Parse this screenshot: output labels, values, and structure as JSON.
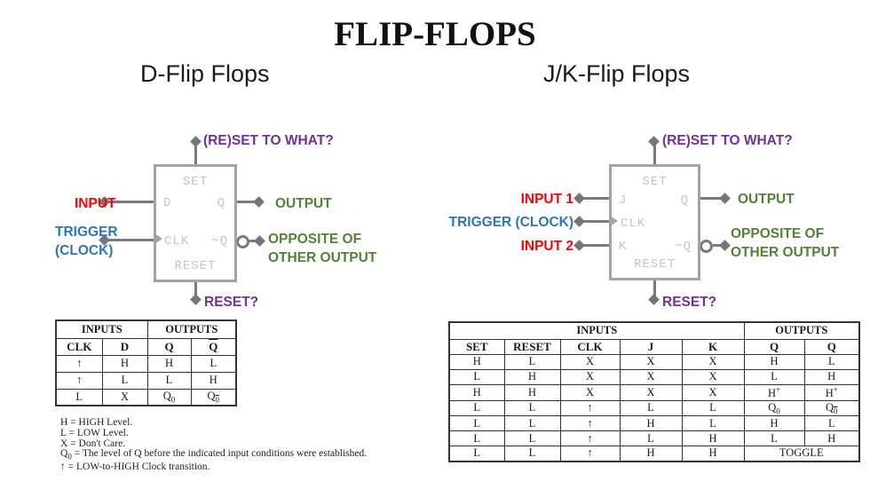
{
  "title": "FLIP-FLOPS",
  "colors": {
    "input_red": "#FF0000",
    "trigger_blue": "#2E75B6",
    "reset_purple": "#7030A0",
    "output_green": "#538135",
    "wire_gray": "#7A7A7A",
    "chip_label_gray": "#C4C4C4"
  },
  "d_section": {
    "subtitle": "D-Flip Flops",
    "diagram": {
      "set_label": "(RE)SET TO WHAT?",
      "input_label": "INPUT",
      "trigger_label": "TRIGGER\n(CLOCK)",
      "output_label": "OUTPUT",
      "opposite_label": "OPPOSITE OF\nOTHER OUTPUT",
      "reset_label": "RESET?",
      "chip": {
        "set": "SET",
        "d": "D",
        "clk": "CLK",
        "q": "Q",
        "nq": "~Q",
        "reset": "RESET"
      }
    },
    "truth_table": {
      "groups": [
        {
          "label": "INPUTS",
          "span": 2
        },
        {
          "label": "OUTPUTS",
          "span": 2
        }
      ],
      "columns": [
        {
          "t": "CLK"
        },
        {
          "t": "D"
        },
        {
          "t": "Q"
        },
        {
          "t": "Q",
          "ol": true
        }
      ],
      "rows": [
        [
          {
            "t": "↑"
          },
          {
            "t": "H"
          },
          {
            "t": "H"
          },
          {
            "t": "L"
          }
        ],
        [
          {
            "t": "↑"
          },
          {
            "t": "L"
          },
          {
            "t": "L"
          },
          {
            "t": "H"
          }
        ],
        [
          {
            "t": "L"
          },
          {
            "t": "X"
          },
          {
            "t": "Q",
            "sub": "0"
          },
          {
            "t": "Q",
            "sub": "0",
            "ol": true
          }
        ]
      ]
    }
  },
  "jk_section": {
    "subtitle": "J/K-Flip Flops",
    "diagram": {
      "set_label": "(RE)SET TO WHAT?",
      "input1_label": "INPUT 1",
      "trigger_label": "TRIGGER (CLOCK)",
      "input2_label": "INPUT 2",
      "output_label": "OUTPUT",
      "opposite_label": "OPPOSITE OF\nOTHER OUTPUT",
      "reset_label": "RESET?",
      "chip": {
        "set": "SET",
        "j": "J",
        "clk": "CLK",
        "k": "K",
        "q": "Q",
        "nq": "~Q",
        "reset": "RESET"
      }
    },
    "truth_table": {
      "groups": [
        {
          "label": "INPUTS",
          "span": 5
        },
        {
          "label": "OUTPUTS",
          "span": 2
        }
      ],
      "columns": [
        {
          "t": "SET"
        },
        {
          "t": "RESET"
        },
        {
          "t": "CLK"
        },
        {
          "t": "J"
        },
        {
          "t": "K"
        },
        {
          "t": "Q"
        },
        {
          "t": "Q",
          "ol": true
        }
      ],
      "rows": [
        [
          {
            "t": "H"
          },
          {
            "t": "L"
          },
          {
            "t": "X"
          },
          {
            "t": "X"
          },
          {
            "t": "X"
          },
          {
            "t": "H"
          },
          {
            "t": "L"
          }
        ],
        [
          {
            "t": "L"
          },
          {
            "t": "H"
          },
          {
            "t": "X"
          },
          {
            "t": "X"
          },
          {
            "t": "X"
          },
          {
            "t": "L"
          },
          {
            "t": "H"
          }
        ],
        [
          {
            "t": "H"
          },
          {
            "t": "H"
          },
          {
            "t": "X"
          },
          {
            "t": "X"
          },
          {
            "t": "X"
          },
          {
            "t": "H",
            "sup": "+"
          },
          {
            "t": "H",
            "sup": "+"
          }
        ],
        [
          {
            "t": "L"
          },
          {
            "t": "L"
          },
          {
            "t": "↑"
          },
          {
            "t": "L"
          },
          {
            "t": "L"
          },
          {
            "t": "Q",
            "sub": "0"
          },
          {
            "t": "Q",
            "sub": "0",
            "ol": true
          }
        ],
        [
          {
            "t": "L"
          },
          {
            "t": "L"
          },
          {
            "t": "↑"
          },
          {
            "t": "H"
          },
          {
            "t": "L"
          },
          {
            "t": "H"
          },
          {
            "t": "L"
          }
        ],
        [
          {
            "t": "L"
          },
          {
            "t": "L"
          },
          {
            "t": "↑"
          },
          {
            "t": "L"
          },
          {
            "t": "H"
          },
          {
            "t": "L"
          },
          {
            "t": "H"
          }
        ],
        [
          {
            "t": "L"
          },
          {
            "t": "L"
          },
          {
            "t": "↑"
          },
          {
            "t": "H"
          },
          {
            "t": "H"
          },
          {
            "t": "TOGGLE",
            "colspan": 2
          }
        ]
      ]
    }
  },
  "legend": [
    {
      "sym": "H",
      "text": " = HIGH Level."
    },
    {
      "sym": "L",
      "text": " = LOW Level."
    },
    {
      "sym": "X",
      "text": " = Don't Care."
    },
    {
      "sym": "Q",
      "sub": "0",
      "text": " = The level of Q before the indicated input conditions were established."
    },
    {
      "sym": "↑",
      "text": " = LOW-to-HIGH Clock transition."
    }
  ]
}
